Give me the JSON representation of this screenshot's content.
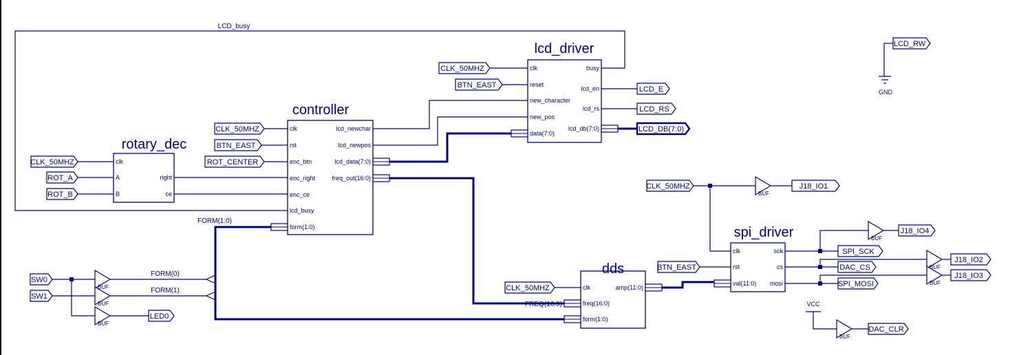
{
  "colors": {
    "wire": "#000080",
    "background": "#ffffff"
  },
  "modules": {
    "lcd_driver": {
      "title": "lcd_driver",
      "inputs": [
        "clk",
        "reset",
        "new_character",
        "new_pos",
        "data(7:0)"
      ],
      "outputs": [
        "busy",
        "lcd_en",
        "lcd_rs",
        "lcd_db(7:0)"
      ]
    },
    "controller": {
      "title": "controller",
      "inputs": [
        "clk",
        "rst",
        "enc_btn",
        "enc_right",
        "enc_ce",
        "lcd_busy",
        "form(1:0)"
      ],
      "outputs": [
        "lcd_newchar",
        "lcd_newpos",
        "lcd_data(7:0)",
        "freq_out(16:0)"
      ]
    },
    "rotary_dec": {
      "title": "rotary_dec",
      "inputs": [
        "clk",
        "A",
        "B"
      ],
      "outputs": [
        "right",
        "ce"
      ]
    },
    "dds": {
      "title": "dds",
      "inputs": [
        "clk",
        "freq(16:0)",
        "form(1:0)"
      ],
      "outputs": [
        "amp(11:0)"
      ]
    },
    "spi_driver": {
      "title": "spi_driver",
      "inputs": [
        "clk",
        "rst",
        "val(11:0)"
      ],
      "outputs": [
        "sck",
        "cs",
        "mosi"
      ]
    }
  },
  "ports": {
    "lcd_clk": "CLK_50MHZ",
    "lcd_rst": "BTN_EAST",
    "lcd_e": "LCD_E",
    "lcd_rs": "LCD_RS",
    "lcd_db": "LCD_DB(7:0)",
    "ctrl_clk": "CLK_50MHZ",
    "ctrl_rst": "BTN_EAST",
    "rot_center": "ROT_CENTER",
    "rot_clk": "CLK_50MHZ",
    "rot_a": "ROT_A",
    "rot_b": "ROT_B",
    "dds_clk": "CLK_50MHZ",
    "spi_rst": "BTN_EAST",
    "spi_clk": "CLK_50MHZ",
    "j18_io1": "J18_IO1",
    "j18_io4": "J18_IO4",
    "spi_sck": "SPI_SCK",
    "dac_cs": "DAC_CS",
    "spi_mosi": "SPI_MOSI",
    "j18_io2": "J18_IO2",
    "j18_io3": "J18_IO3",
    "dac_clr": "DAC_CLR",
    "lcd_rw": "LCD_RW",
    "sw0": "SW0",
    "sw1": "SW1",
    "led0": "LED0"
  },
  "nets": {
    "lcd_busy": "LCD_busy",
    "form_bus": "FORM(1:0)",
    "form0": "FORM(0)",
    "form1": "FORM(1)",
    "freq_bus": "FREQ(16:0)"
  },
  "buffer_label": "BUF",
  "power": {
    "vcc": "VCC",
    "gnd": "GND"
  }
}
